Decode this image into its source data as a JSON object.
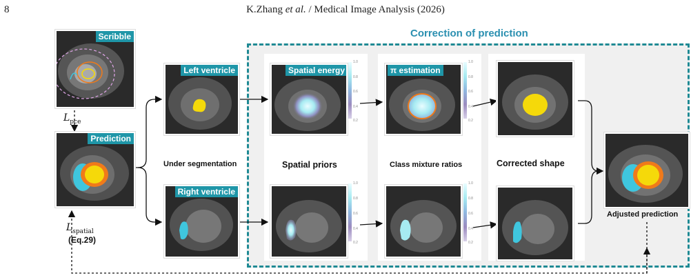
{
  "header": {
    "page_number": "8",
    "authors": "K.Zhang",
    "etal": "et al.",
    "journal": "/ Medical Image Analysis (2026)"
  },
  "section_title": "Correction of prediction",
  "tags": {
    "scribble": "Scribble",
    "prediction": "Prediction",
    "left_ventricle": "Left ventricle",
    "right_ventricle": "Right ventricle",
    "spatial_energy": "Spatial energy",
    "pi_estimation": "π estimation"
  },
  "captions": {
    "under_segmentation": "Under segmentation",
    "spatial_priors": "Spatial priors",
    "class_mixture_ratios": "Class mixture ratios",
    "corrected_shape": "Corrected shape",
    "adjusted_prediction": "Adjusted prediction"
  },
  "losses": {
    "pce_symbol": "L",
    "pce_sub": "pce",
    "spatial_symbol": "L",
    "spatial_sub": "spatial",
    "eq_ref": "(Eq.29)"
  },
  "colorbar_ticks": {
    "spatial": [
      "1.0",
      "0.8",
      "0.6",
      "0.4",
      "0.2"
    ],
    "pi_top": [
      "1.0",
      "0.8",
      "0.6",
      "0.4",
      "0.2"
    ],
    "spatial_bottom": [
      "1.0",
      "0.8",
      "0.6",
      "0.4",
      "0.2"
    ],
    "pi_bottom": [
      "1.0",
      "0.8",
      "0.6",
      "0.4",
      "0.2"
    ]
  },
  "colors": {
    "accent": "#1f96a8",
    "dash_border": "#1f8a94",
    "title": "#2a8fb0",
    "lv_yellow": "#f5d90a",
    "myo_orange": "#f07a1a",
    "rv_cyan": "#3fc6de"
  }
}
